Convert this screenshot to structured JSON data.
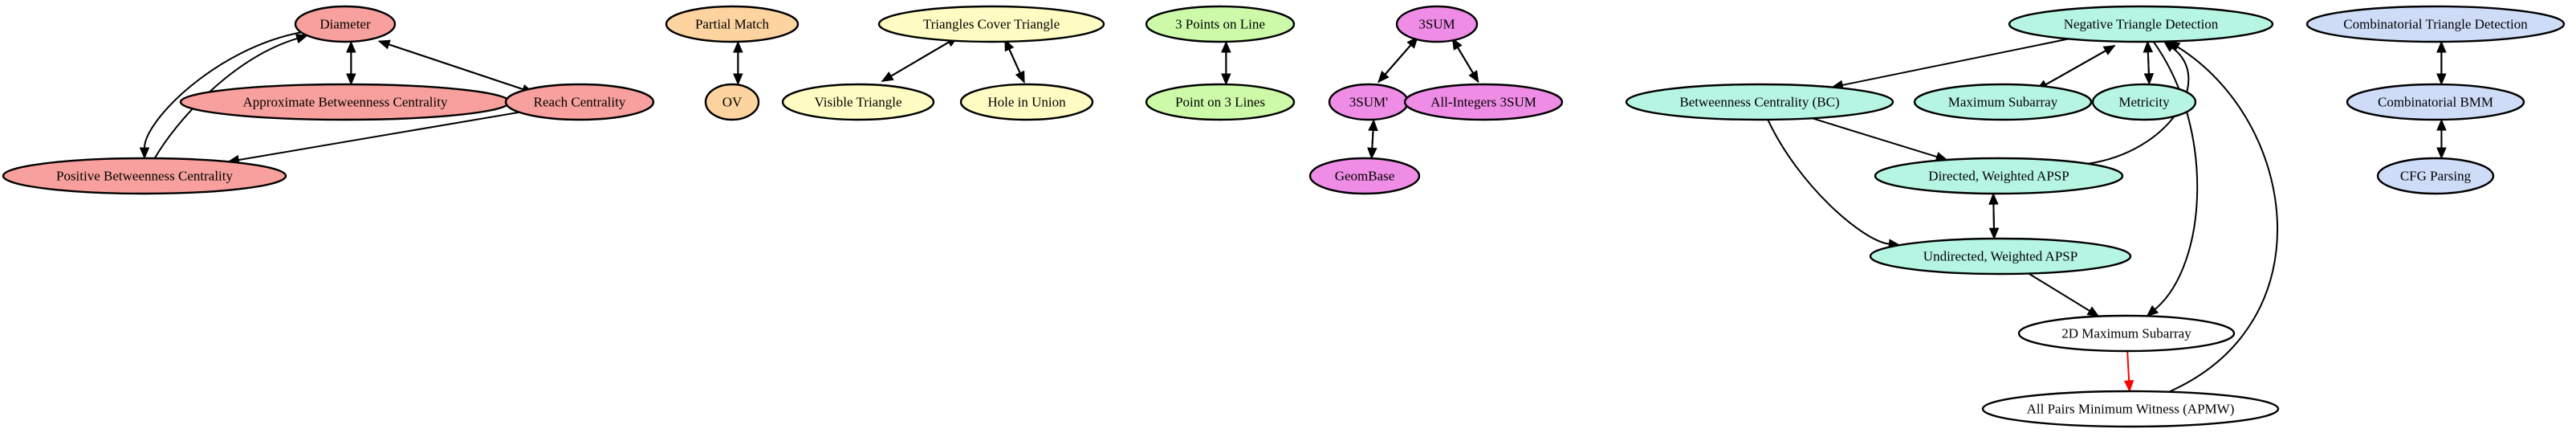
{
  "nodes": {
    "diameter": {
      "label": "Diameter",
      "fill": "#f7a09d"
    },
    "approx_bc": {
      "label": "Approximate Betweenness Centrality",
      "fill": "#f7a09d"
    },
    "reach_centrality": {
      "label": "Reach Centrality",
      "fill": "#f7a09d"
    },
    "positive_bc": {
      "label": "Positive Betweenness Centrality",
      "fill": "#f7a09d"
    },
    "partial_match": {
      "label": "Partial Match",
      "fill": "#fdd49f"
    },
    "ov": {
      "label": "OV",
      "fill": "#fdd49f"
    },
    "triangles_cover": {
      "label": "Triangles Cover Triangle",
      "fill": "#fefcc2"
    },
    "visible_triangle": {
      "label": "Visible Triangle",
      "fill": "#fefcc2"
    },
    "hole_in_union": {
      "label": "Hole in Union",
      "fill": "#fefcc2"
    },
    "three_points_line": {
      "label": "3 Points on Line",
      "fill": "#cdfaa9"
    },
    "point_three_lines": {
      "label": "Point on 3 Lines",
      "fill": "#cdfaa9"
    },
    "threesum": {
      "label": "3SUM",
      "fill": "#ee8ce6"
    },
    "threesum_prime": {
      "label": "3SUM'",
      "fill": "#ee8ce6"
    },
    "all_integers_3sum": {
      "label": "All-Integers 3SUM",
      "fill": "#ee8ce6"
    },
    "geombase": {
      "label": "GeomBase",
      "fill": "#ee8ce6"
    },
    "neg_triangle": {
      "label": "Negative Triangle Detection",
      "fill": "#b7f5e3"
    },
    "bc": {
      "label": "Betweenness Centrality (BC)",
      "fill": "#b7f5e3"
    },
    "max_subarray": {
      "label": "Maximum Subarray",
      "fill": "#b7f5e3"
    },
    "metricity": {
      "label": "Metricity",
      "fill": "#b7f5e3"
    },
    "directed_apsp": {
      "label": "Directed, Weighted APSP",
      "fill": "#b7f5e3"
    },
    "undirected_apsp": {
      "label": "Undirected, Weighted APSP",
      "fill": "#b7f5e3"
    },
    "max_subarray_2d": {
      "label": "2D Maximum Subarray",
      "fill": "#ffffff"
    },
    "apmw": {
      "label": "All Pairs Minimum Witness (APMW)",
      "fill": "#ffffff"
    },
    "comb_triangle": {
      "label": "Combinatorial Triangle Detection",
      "fill": "#cfdcf7"
    },
    "comb_bmm": {
      "label": "Combinatorial BMM",
      "fill": "#cfdcf7"
    },
    "cfg_parsing": {
      "label": "CFG Parsing",
      "fill": "#cfdcf7"
    }
  },
  "edges": [
    {
      "from": "diameter",
      "to": "approx_bc"
    },
    {
      "from": "approx_bc",
      "to": "diameter"
    },
    {
      "from": "diameter",
      "to": "reach_centrality"
    },
    {
      "from": "reach_centrality",
      "to": "diameter"
    },
    {
      "from": "diameter",
      "to": "positive_bc"
    },
    {
      "from": "positive_bc",
      "to": "diameter"
    },
    {
      "from": "reach_centrality",
      "to": "positive_bc"
    },
    {
      "from": "partial_match",
      "to": "ov"
    },
    {
      "from": "ov",
      "to": "partial_match"
    },
    {
      "from": "triangles_cover",
      "to": "visible_triangle"
    },
    {
      "from": "visible_triangle",
      "to": "triangles_cover"
    },
    {
      "from": "triangles_cover",
      "to": "hole_in_union"
    },
    {
      "from": "hole_in_union",
      "to": "triangles_cover"
    },
    {
      "from": "three_points_line",
      "to": "point_three_lines"
    },
    {
      "from": "point_three_lines",
      "to": "three_points_line"
    },
    {
      "from": "threesum",
      "to": "threesum_prime"
    },
    {
      "from": "threesum_prime",
      "to": "threesum"
    },
    {
      "from": "threesum",
      "to": "all_integers_3sum"
    },
    {
      "from": "all_integers_3sum",
      "to": "threesum"
    },
    {
      "from": "threesum_prime",
      "to": "geombase"
    },
    {
      "from": "geombase",
      "to": "threesum_prime"
    },
    {
      "from": "neg_triangle",
      "to": "bc"
    },
    {
      "from": "neg_triangle",
      "to": "max_subarray"
    },
    {
      "from": "max_subarray",
      "to": "neg_triangle"
    },
    {
      "from": "neg_triangle",
      "to": "metricity"
    },
    {
      "from": "metricity",
      "to": "neg_triangle"
    },
    {
      "from": "bc",
      "to": "directed_apsp"
    },
    {
      "from": "bc",
      "to": "undirected_apsp"
    },
    {
      "from": "directed_apsp",
      "to": "neg_triangle"
    },
    {
      "from": "directed_apsp",
      "to": "undirected_apsp"
    },
    {
      "from": "undirected_apsp",
      "to": "directed_apsp"
    },
    {
      "from": "neg_triangle",
      "to": "max_subarray_2d"
    },
    {
      "from": "undirected_apsp",
      "to": "max_subarray_2d"
    },
    {
      "from": "max_subarray_2d",
      "to": "apmw",
      "color": "#ff0000"
    },
    {
      "from": "apmw",
      "to": "neg_triangle"
    },
    {
      "from": "comb_triangle",
      "to": "comb_bmm"
    },
    {
      "from": "comb_bmm",
      "to": "comb_triangle"
    },
    {
      "from": "comb_bmm",
      "to": "cfg_parsing"
    },
    {
      "from": "cfg_parsing",
      "to": "comb_bmm"
    }
  ]
}
